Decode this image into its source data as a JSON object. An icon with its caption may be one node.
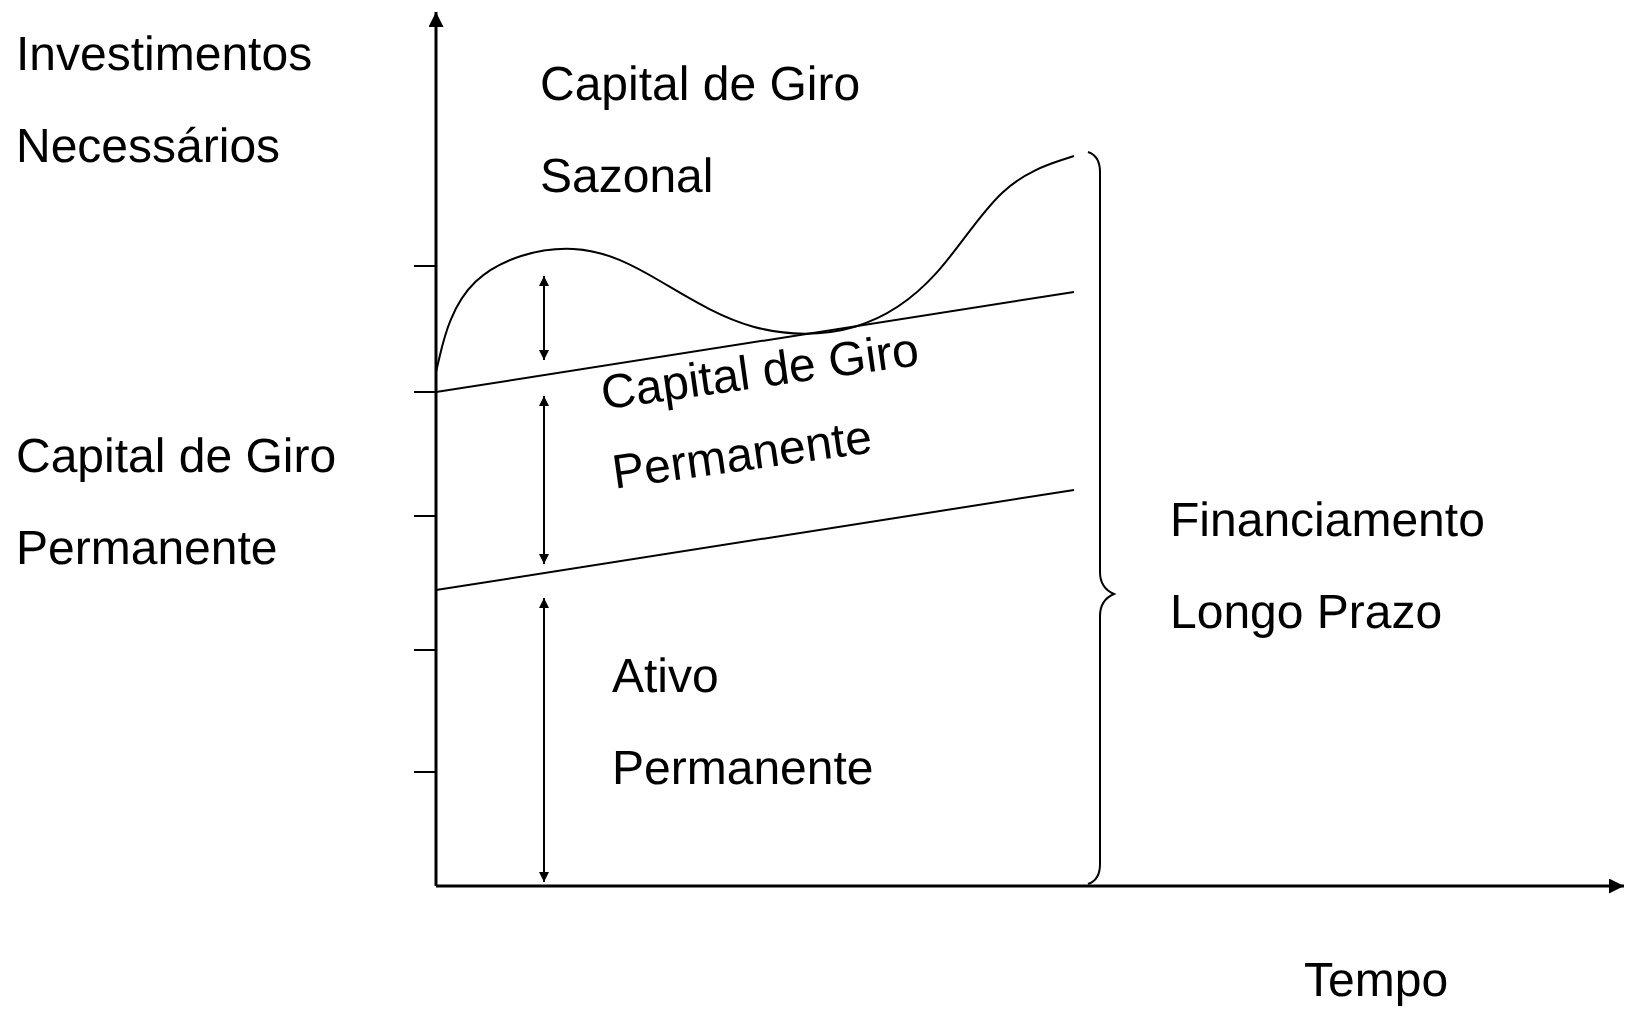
{
  "diagram": {
    "labels": [
      "Investimentos Necessários",
      "Capital de Giro Sazonal",
      "Capital de Giro Permanente",
      "Capital de Giro Permanente",
      "Financiamento Longo Prazo",
      "Ativo Permanente",
      "Tempo"
    ]
  }
}
